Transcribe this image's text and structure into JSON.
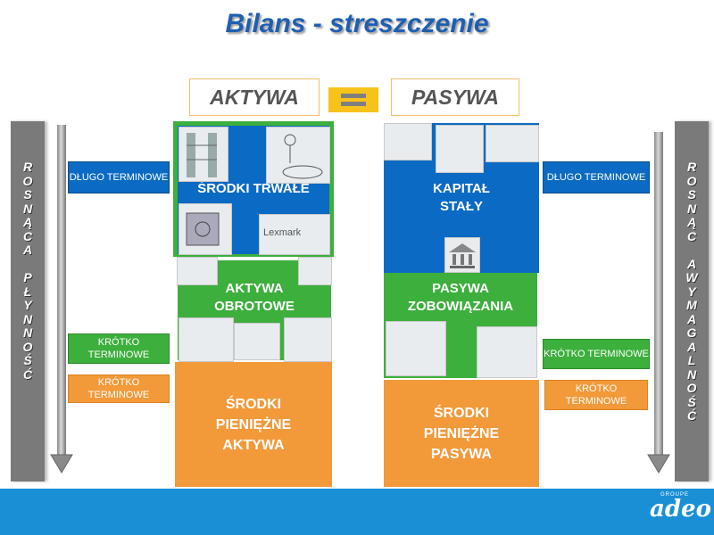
{
  "title": "Bilans - streszczenie",
  "header": {
    "left": "AKTYWA",
    "right": "PASYWA"
  },
  "left_side": {
    "letters": [
      "R",
      "O",
      "S",
      "N",
      "Ą",
      "C",
      "A",
      "",
      "P",
      "Ł",
      "Y",
      "N",
      "N",
      "O",
      "Ś",
      "Ć"
    ]
  },
  "right_side": {
    "letters": [
      "R",
      "O",
      "S",
      "N",
      "Ą",
      "C",
      "",
      "A",
      "W",
      "Y",
      "M",
      "A",
      "G",
      "A",
      "L",
      "N",
      "O",
      "Ś",
      "Ć"
    ]
  },
  "left_tags": {
    "long": "DŁUGO TERMINOWE",
    "short_green": "KRÓTKO TERMINOWE",
    "short_orange": "KRÓTKO TERMINOWE"
  },
  "right_tags": {
    "long": "DŁUGO TERMINOWE",
    "short_green": "KRÓTKO TERMINOWE",
    "short_orange": "KRÓTKO TERMINOWE"
  },
  "assets": {
    "fixed": "ŚRODKI TRWAŁE",
    "current": "AKTYWA OBROTOWE",
    "cash": "ŚRODKI PIENIĘŻNE AKTYWA",
    "logo_text": "Lexmark"
  },
  "liabilities": {
    "capital": "KAPITAŁ STAŁY",
    "obligations": "PASYWA ZOBOWIĄZANIA",
    "cash": "ŚRODKI PIENIĘŻNE PASYWA"
  },
  "brand": {
    "small": "GROUPE",
    "name": "adeo"
  },
  "colors": {
    "blue": "#0b6ac3",
    "green": "#3caf3c",
    "orange": "#f2993a",
    "title": "#1f5fb0",
    "footer": "#1a8fd6"
  }
}
